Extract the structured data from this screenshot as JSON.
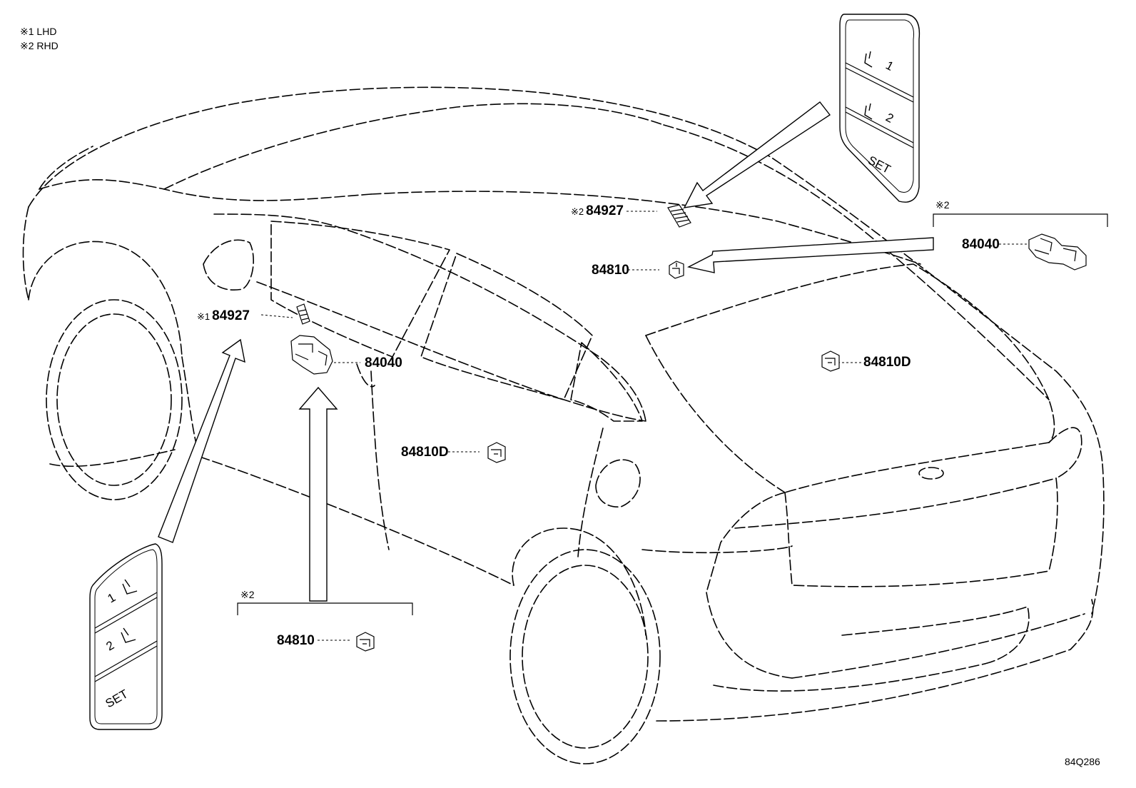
{
  "legend": {
    "items": [
      {
        "mark": "※1",
        "text": "LHD"
      },
      {
        "mark": "※2",
        "text": "RHD"
      }
    ]
  },
  "callouts": {
    "rhd_84927": {
      "mark": "※2",
      "part": "84927"
    },
    "rhd_84810": {
      "part": "84810"
    },
    "rhd_84040": {
      "mark": "※2",
      "part": "84040"
    },
    "rear_84810D": {
      "part": "84810D"
    },
    "lhd_84927": {
      "mark": "※1",
      "part": "84927"
    },
    "lhd_84040": {
      "part": "84040"
    },
    "side_84810D": {
      "part": "84810D"
    },
    "bottom_84810": {
      "mark": "※2",
      "part": "84810"
    }
  },
  "switch_panels": {
    "top_right": [
      "1",
      "2",
      "SET"
    ],
    "bottom_left": [
      "1",
      "2",
      "SET"
    ]
  },
  "diagram_id": "84Q286"
}
